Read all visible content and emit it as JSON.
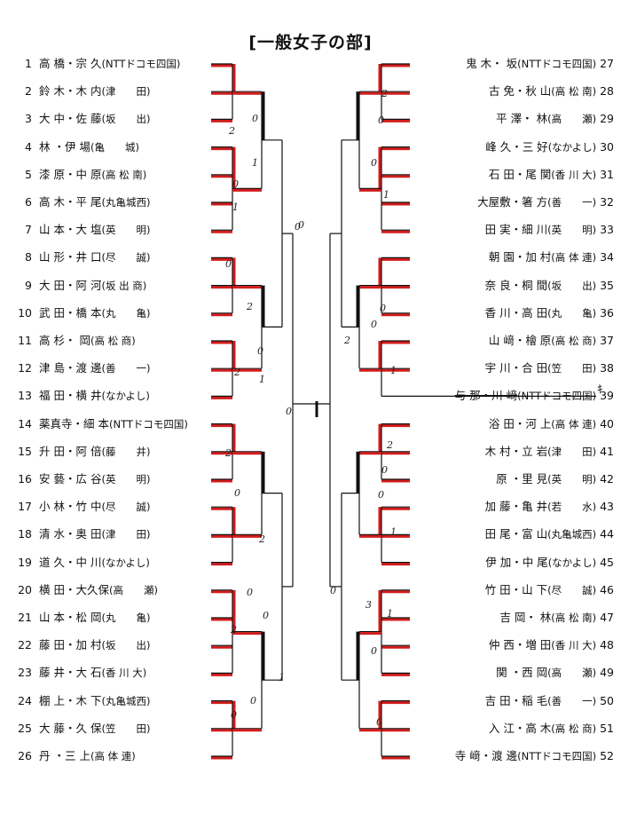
{
  "title": "[一般女子の部]",
  "entries_left": [
    {
      "num": "1",
      "name": "高 橋・宗 久",
      "club": "(NTTドコモ四国)"
    },
    {
      "num": "2",
      "name": "鈴 木・木 内",
      "club": "(津　　田)"
    },
    {
      "num": "3",
      "name": "大 中・佐 藤",
      "club": "(坂　　出)"
    },
    {
      "num": "4",
      "name": "林 ・伊 場",
      "club": "(亀　　城)"
    },
    {
      "num": "5",
      "name": "漆 原・中 原",
      "club": "(高 松 南)"
    },
    {
      "num": "6",
      "name": "高 木・平 尾",
      "club": "(丸亀城西)"
    },
    {
      "num": "7",
      "name": "山 本・大 塩",
      "club": "(英　　明)"
    },
    {
      "num": "8",
      "name": "山 形・井 口",
      "club": "(尽　　誠)"
    },
    {
      "num": "9",
      "name": "大 田・阿 河",
      "club": "(坂 出 商)"
    },
    {
      "num": "10",
      "name": "武 田・橋 本",
      "club": "(丸　　亀)"
    },
    {
      "num": "11",
      "name": "高 杉・ 岡",
      "club": "(高 松 商)"
    },
    {
      "num": "12",
      "name": "津 島・渡 邊",
      "club": "(善　　一)"
    },
    {
      "num": "13",
      "name": "福 田・横 井",
      "club": "(なかよし)"
    },
    {
      "num": "14",
      "name": "薬真寺・細 本",
      "club": "(NTTドコモ四国)"
    },
    {
      "num": "15",
      "name": "升 田・阿 倍",
      "club": "(藤　　井)"
    },
    {
      "num": "16",
      "name": "安 藝・広 谷",
      "club": "(英　　明)"
    },
    {
      "num": "17",
      "name": "小 林・竹 中",
      "club": "(尽　　誠)"
    },
    {
      "num": "18",
      "name": "清 水・奥 田",
      "club": "(津　　田)"
    },
    {
      "num": "19",
      "name": "道 久・中 川",
      "club": "(なかよし)"
    },
    {
      "num": "20",
      "name": "横 田・大久保",
      "club": "(高　　瀬)"
    },
    {
      "num": "21",
      "name": "山 本・松 岡",
      "club": "(丸　　亀)"
    },
    {
      "num": "22",
      "name": "藤 田・加 村",
      "club": "(坂　　出)"
    },
    {
      "num": "23",
      "name": "藤 井・大 石",
      "club": "(香 川 大)"
    },
    {
      "num": "24",
      "name": "棚 上・木 下",
      "club": "(丸亀城西)"
    },
    {
      "num": "25",
      "name": "大 藤・久 保",
      "club": "(笠　　田)"
    },
    {
      "num": "26",
      "name": "丹 ・三 上",
      "club": "(高 体 連)"
    }
  ],
  "entries_right": [
    {
      "num": "27",
      "name": "鬼 木・ 坂",
      "club": "(NTTドコモ四国)"
    },
    {
      "num": "28",
      "name": "古 免・秋 山",
      "club": "(高 松 南)"
    },
    {
      "num": "29",
      "name": "平 澤・ 林",
      "club": "(高　　瀬)"
    },
    {
      "num": "30",
      "name": "峰 久・三 好",
      "club": "(なかよし)"
    },
    {
      "num": "31",
      "name": "石 田・尾 関",
      "club": "(香 川 大)"
    },
    {
      "num": "32",
      "name": "大屋敷・箸 方",
      "club": "(善　　一)"
    },
    {
      "num": "33",
      "name": "田 実・細 川",
      "club": "(英　　明)"
    },
    {
      "num": "34",
      "name": "朝 園・加 村",
      "club": "(高 体 連)"
    },
    {
      "num": "35",
      "name": "奈 良・桐 間",
      "club": "(坂　　出)"
    },
    {
      "num": "36",
      "name": "香 川・高 田",
      "club": "(丸　　亀)"
    },
    {
      "num": "37",
      "name": "山 﨑・檜 原",
      "club": "(高 松 商)"
    },
    {
      "num": "38",
      "name": "宇 川・合 田",
      "club": "(笠　　田)"
    },
    {
      "num": "39",
      "name": "与 那・川 﨑",
      "club": "(NTTドコモ四国)",
      "withdrawn": true
    },
    {
      "num": "40",
      "name": "浴 田・河 上",
      "club": "(高 体 連)"
    },
    {
      "num": "41",
      "name": "木 村・立 岩",
      "club": "(津　　田)"
    },
    {
      "num": "42",
      "name": "原 ・里 見",
      "club": "(英　　明)"
    },
    {
      "num": "43",
      "name": "加 藤・亀 井",
      "club": "(若　　水)"
    },
    {
      "num": "44",
      "name": "田 尾・富 山",
      "club": "(丸亀城西)"
    },
    {
      "num": "45",
      "name": "伊 加・中 尾",
      "club": "(なかよし)"
    },
    {
      "num": "46",
      "name": "竹 田・山 下",
      "club": "(尽　　誠)"
    },
    {
      "num": "47",
      "name": "吉 岡・ 林",
      "club": "(高 松 南)"
    },
    {
      "num": "48",
      "name": "仲 西・増 田",
      "club": "(香 川 大)"
    },
    {
      "num": "49",
      "name": "関 ・西 岡",
      "club": "(高　　瀬)"
    },
    {
      "num": "50",
      "name": "吉 田・稲 毛",
      "club": "(善　　一)"
    },
    {
      "num": "51",
      "name": "入 江・高 木",
      "club": "(高 松 商)"
    },
    {
      "num": "52",
      "name": "寺 﨑・渡 邊",
      "club": "(NTTドコモ四国)"
    }
  ],
  "scores": [
    "0",
    "2",
    "1",
    "0",
    "1",
    "0",
    "2",
    "0",
    "2",
    "1",
    "0",
    "2",
    "0",
    "2",
    "0",
    "0",
    "2",
    "0",
    "0",
    "1",
    "0",
    "2",
    "0",
    "0",
    "1",
    "0",
    "0",
    "3",
    "1",
    "0",
    "0",
    "1",
    "2",
    "0",
    "0",
    "1",
    "2",
    "0",
    "0"
  ],
  "marks": {
    "withdrawal_mark": "ｷ"
  },
  "colors": {
    "ink": "#111111",
    "advance": "#d21c1c"
  }
}
